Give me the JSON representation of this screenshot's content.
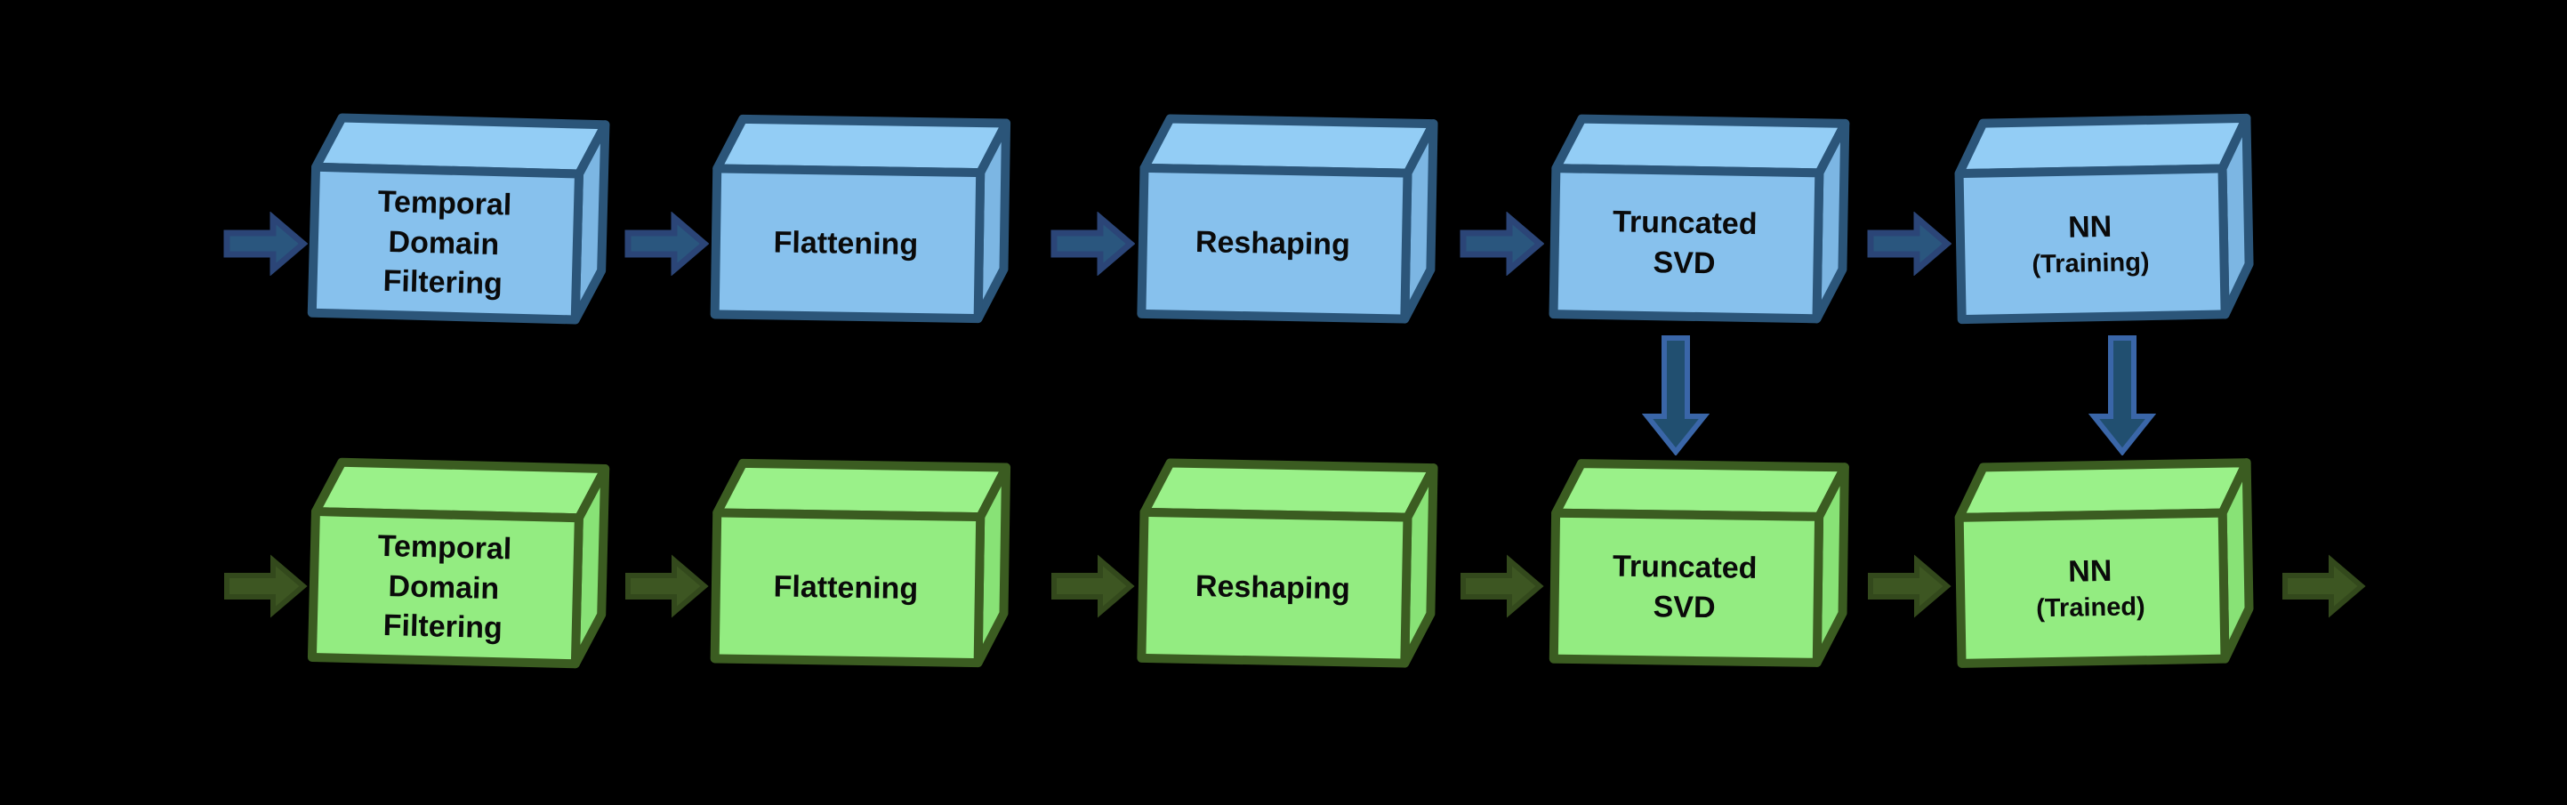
{
  "colors": {
    "background": "#000000",
    "blue-box-fill": "#87C1ED",
    "blue-box-top-fill": "#93CDF5",
    "blue-box-side-fill": "#7CB6E3",
    "blue-box-stroke": "#2B5579",
    "blue-arrow-fill": "#2A567E",
    "blue-arrow-stroke": "#2B4577",
    "blue-varrow-fill": "#214F70",
    "blue-varrow-stroke": "#3A66A8",
    "green-box-fill": "#93EC81",
    "green-box-top-fill": "#9AF189",
    "green-box-side-fill": "#88E276",
    "green-box-stroke": "#3B5C21",
    "green-arrow-fill": "#3D5622",
    "green-arrow-stroke": "#33491C",
    "text-color": "#0A0A0A"
  },
  "rows": [
    {
      "boxes": [
        {
          "label": "Temporal Domain Filtering"
        },
        {
          "label": "Flattening"
        },
        {
          "label": "Reshaping"
        },
        {
          "label": "Truncated SVD"
        },
        {
          "label": "NN",
          "sublabel": "(Training)"
        }
      ]
    },
    {
      "boxes": [
        {
          "label": "Temporal Domain Filtering"
        },
        {
          "label": "Flattening"
        },
        {
          "label": "Reshaping"
        },
        {
          "label": "Truncated SVD"
        },
        {
          "label": "NN",
          "sublabel": "(Trained)"
        }
      ]
    }
  ]
}
